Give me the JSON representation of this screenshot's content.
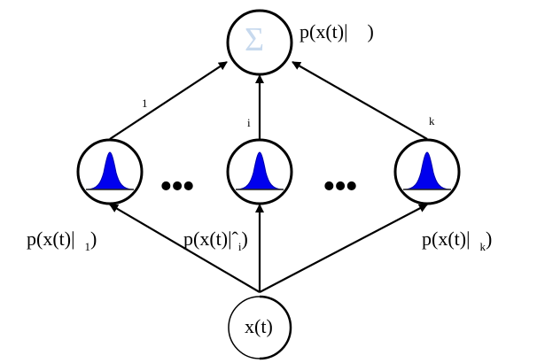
{
  "diagram": {
    "sum_node": {
      "symbol": "Σ",
      "label": "p(x(t)|    )"
    },
    "weights": {
      "left": "1",
      "middle": "i",
      "right": "k"
    },
    "component_nodes": [
      {
        "label_main": "p(x(t)|  ",
        "label_sub": "1",
        "label_end": ")"
      },
      {
        "label_main": "p(x(t)|ˆ",
        "label_sub": "i",
        "label_end": ")"
      },
      {
        "label_main": "p(x(t)|  ",
        "label_sub": "k",
        "label_end": ")"
      }
    ],
    "ellipsis": "•••",
    "input_node": {
      "label": "x(t)"
    },
    "colors": {
      "stroke": "#000000",
      "gaussian_fill": "#0000ee",
      "node_fill": "#ffffff",
      "sum_glyph": "#c7d9ee"
    }
  }
}
